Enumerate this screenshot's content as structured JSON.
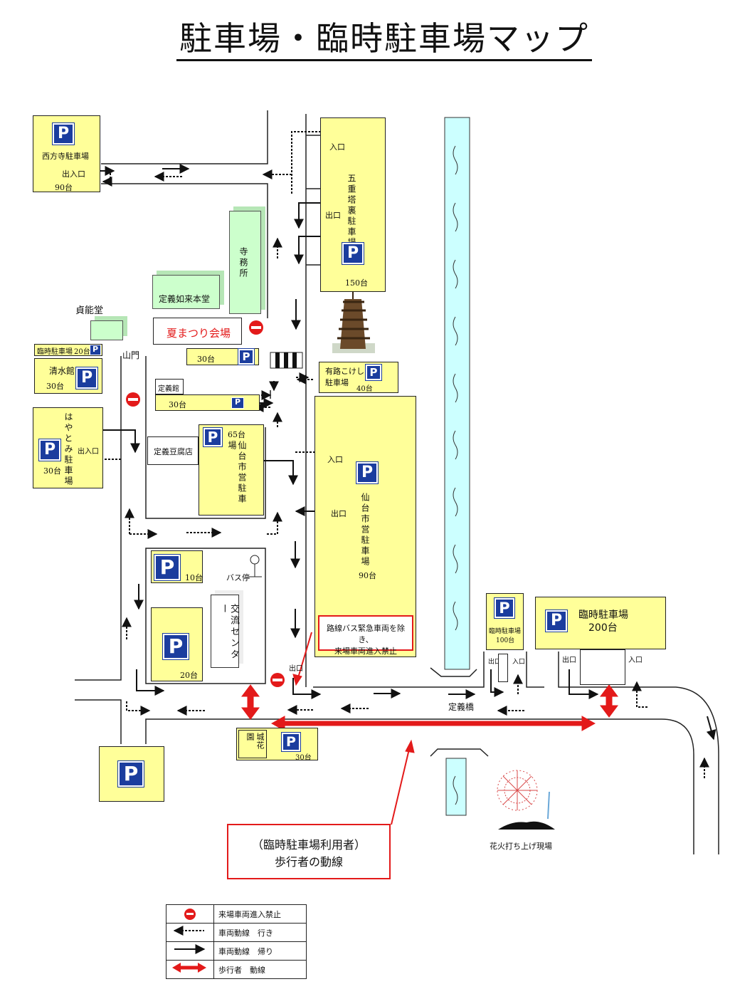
{
  "title": "駐車場・臨時駐車場マップ",
  "lots": {
    "saihoji": {
      "name": "西方寺駐車場",
      "gate": "出入口",
      "capacity": "90台"
    },
    "gojuto": {
      "name": "五重塔裏駐車場",
      "entrance": "入口",
      "exit": "出口",
      "capacity": "150台"
    },
    "jouki_small": {
      "name": "臨時駐車場",
      "capacity": "20台"
    },
    "seisuikan": {
      "name": "清水館",
      "capacity": "30台"
    },
    "hayatomi": {
      "name": "はやとみ駐車場",
      "gate": "出入口",
      "capacity": "30台"
    },
    "festival_side": {
      "capacity": "30台"
    },
    "jogikan": {
      "name": "定義館",
      "capacity": "30台"
    },
    "arikoji": {
      "name": "有路こけし駐車場",
      "capacity": "40台"
    },
    "shiei_small": {
      "name": "仙台市営駐車場",
      "capacity": "65台"
    },
    "shiei_large": {
      "name": "仙台市営駐車場",
      "entrance": "入口",
      "exit": "出口",
      "capacity": "90台"
    },
    "bus10": {
      "capacity": "10台"
    },
    "center20": {
      "capacity": "20台"
    },
    "temp100": {
      "name": "臨時駐車場",
      "capacity": "100台",
      "exit": "出口",
      "entrance": "入口"
    },
    "temp200": {
      "name": "臨時駐車場",
      "capacity": "200台",
      "exit": "出口",
      "entrance": "入口"
    },
    "jokaen": {
      "name": "城花園",
      "capacity": "30台"
    },
    "left_bottom": {}
  },
  "places": {
    "temple_office": "寺務所",
    "nyorai": "定義如来本堂",
    "teinodo": "貞能堂",
    "festival": "夏まつり会場",
    "sanmon": "山門",
    "tofu": "定義豆腐店",
    "bus_stop": "バス停",
    "koryu_center": "交流センター",
    "bridge": "定義橋",
    "fireworks": "花火打ち上げ現場",
    "bottom_exit": "出口"
  },
  "notices": {
    "no_entry_line1": "路線バス緊急車両を除き、",
    "no_entry_line2": "来場車両進入禁止",
    "pedestrian_line1": "（臨時駐車場利用者）",
    "pedestrian_line2": "歩行者の動線"
  },
  "legend": [
    {
      "symbol": "no-entry",
      "label": "来場車両進入禁止"
    },
    {
      "symbol": "dotted-arrow",
      "label": "車両動線　行き"
    },
    {
      "symbol": "solid-arrow",
      "label": "車両動線　帰り"
    },
    {
      "symbol": "red-double-arrow",
      "label": "歩行者　動線"
    }
  ],
  "colors": {
    "lot": "#ffff99",
    "building": "#ccffcc",
    "river": "#ccffff",
    "pbadge": "#1b3d9e",
    "alert": "#e31a1a"
  }
}
